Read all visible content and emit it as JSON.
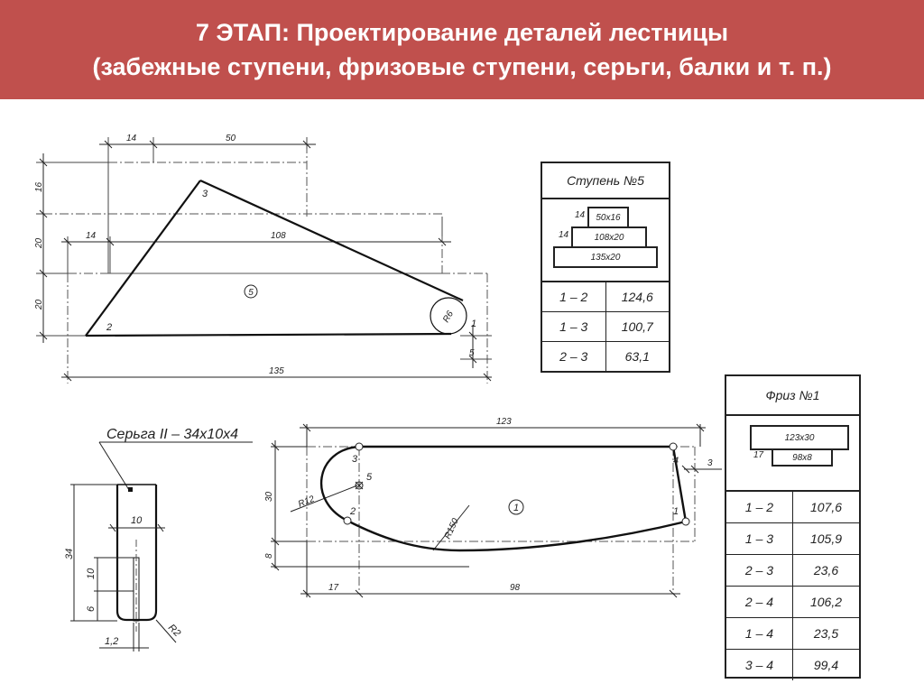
{
  "header": {
    "line1": "7 ЭТАП: Проектирование деталей лестницы",
    "line2": "(забежные ступени, фризовые ступени, серьги, балки и т. п.)"
  },
  "step_drawing": {
    "number": "5",
    "vertices": [
      "1",
      "2",
      "3"
    ],
    "dims": {
      "top14": "14",
      "top50": "50",
      "mid14": "14",
      "mid108": "108",
      "bottom135": "135",
      "right5": "5",
      "left16": "16",
      "left20a": "20",
      "left20b": "20",
      "radius": "R6"
    }
  },
  "earring": {
    "title": "Серьга II – 34х10х4",
    "dims": {
      "w10": "10",
      "h34": "34",
      "h10": "10",
      "h6": "6",
      "w12": "1,2",
      "r2": "R2"
    }
  },
  "frieze_drawing": {
    "number": "1",
    "vertices": [
      "1",
      "2",
      "3",
      "4",
      "5"
    ],
    "dims": {
      "top123": "123",
      "right3": "3",
      "left30": "30",
      "left8": "8",
      "bottom17": "17",
      "bottom98": "98",
      "r12": "R12",
      "r150": "R150"
    }
  },
  "step_table": {
    "title": "Ступень №5",
    "boxes": [
      "50х16",
      "108х20",
      "135х20"
    ],
    "box_labels": [
      "14",
      "14"
    ],
    "rows": [
      {
        "pair": "1 – 2",
        "value": "124,6"
      },
      {
        "pair": "1 – 3",
        "value": "100,7"
      },
      {
        "pair": "2 – 3",
        "value": "63,1"
      }
    ]
  },
  "frieze_table": {
    "title": "Фриз №1",
    "boxes": [
      "123х30",
      "98х8"
    ],
    "box_labels": [
      "17"
    ],
    "rows": [
      {
        "pair": "1 – 2",
        "value": "107,6"
      },
      {
        "pair": "1 – 3",
        "value": "105,9"
      },
      {
        "pair": "2 – 3",
        "value": "23,6"
      },
      {
        "pair": "2 – 4",
        "value": "106,2"
      },
      {
        "pair": "1 – 4",
        "value": "23,5"
      },
      {
        "pair": "3 – 4",
        "value": "99,4"
      }
    ]
  }
}
